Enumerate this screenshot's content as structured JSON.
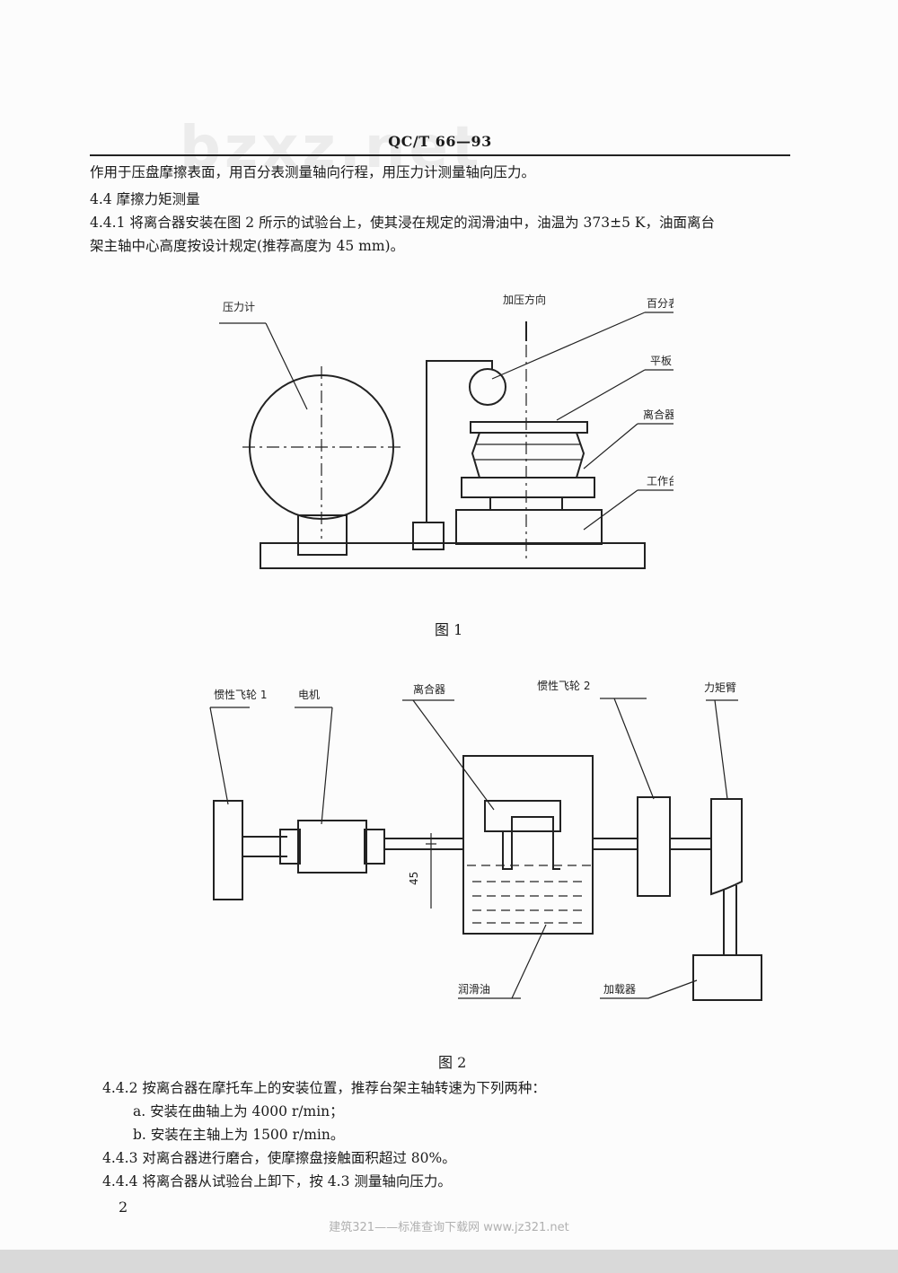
{
  "header": {
    "code": "QC/T 66—93"
  },
  "watermark": "bzxz.net",
  "text": {
    "l1": "作用于压盘摩擦表面，用百分表测量轴向行程，用压力计测量轴向压力。",
    "s44": "4.4   摩擦力矩测量",
    "s441a": "4.4.1   将离合器安装在图 2 所示的试验台上，使其浸在规定的润滑油中，油温为 373±5 K，油面离台",
    "s441b": "架主轴中心高度按设计规定(推荐高度为 45 mm)。",
    "s442": "4.4.2   按离合器在摩托车上的安装位置，推荐台架主轴转速为下列两种：",
    "s442a": "a.    安装在曲轴上为 4000 r/min；",
    "s442b": "b.    安装在主轴上为 1500 r/min。",
    "s443": "4.4.3   对离合器进行磨合，使摩擦盘接触面积超过 80%。",
    "s444": "4.4.4   将离合器从试验台上卸下，按 4.3 测量轴向压力。"
  },
  "figure1": {
    "caption": "图 1",
    "labels": {
      "gauge": "压力计",
      "direction": "加压方向",
      "dial": "百分表",
      "plate": "平板",
      "clutch": "离合器",
      "table": "工作台"
    }
  },
  "figure2": {
    "caption": "图 2",
    "labels": {
      "flywheel1": "惯性飞轮 1",
      "motor": "电机",
      "clutch": "离合器",
      "flywheel2": "惯性飞轮 2",
      "arm": "力矩臂",
      "oil": "润滑油",
      "loader": "加载器",
      "dim": "45"
    }
  },
  "page_number": "2",
  "footer": "建筑321——标准查询下载网    www.jz321.net"
}
